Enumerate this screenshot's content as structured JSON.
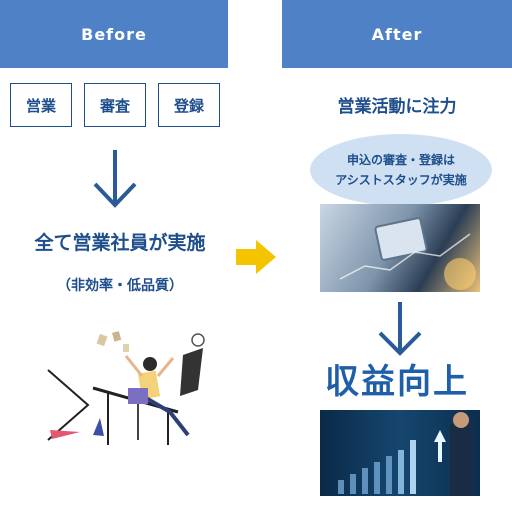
{
  "before": {
    "header": "Before",
    "roles": [
      "営業",
      "審査",
      "登録"
    ],
    "main_text": "全て営業社員が実施",
    "sub_text": "（非効率・低品質）"
  },
  "after": {
    "header": "After",
    "title": "営業活動に注力",
    "bubble_line1": "申込の審査・登録は",
    "bubble_line2": "アシストスタッフが実施",
    "result": "収益向上"
  },
  "colors": {
    "header_bg": "#4f81c7",
    "text_navy": "#1f4e8c",
    "arrow_yellow": "#f5c400",
    "bubble_bg": "#cfe0f3"
  }
}
